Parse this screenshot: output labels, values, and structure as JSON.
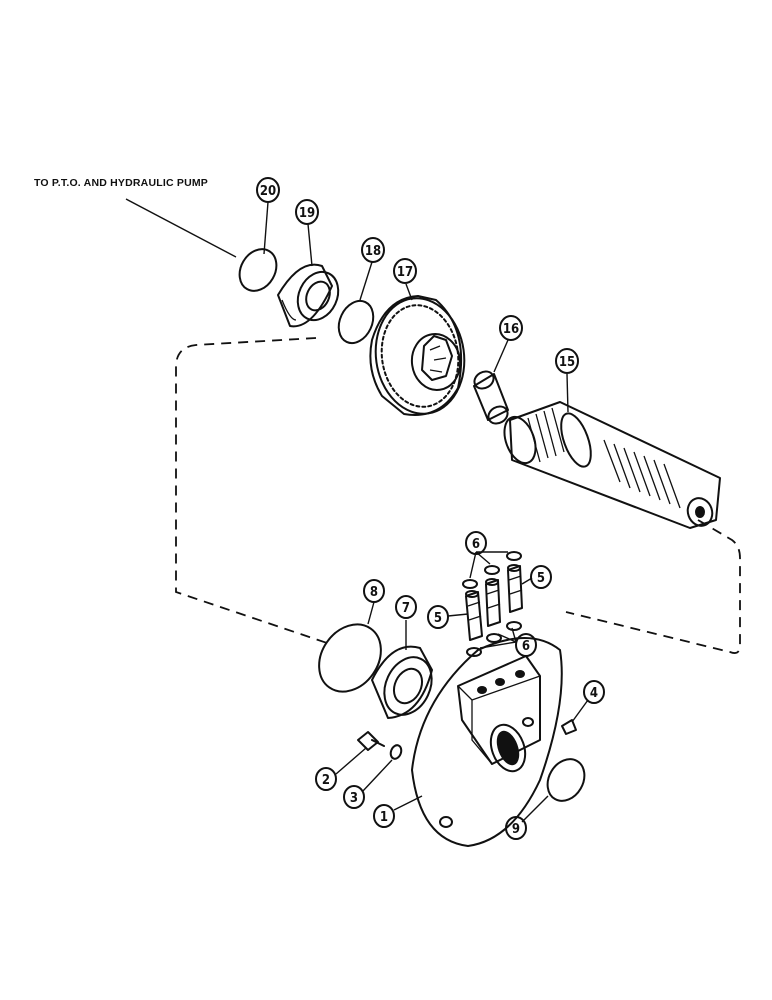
{
  "header_note": "TO P.T.O. AND HYDRAULIC PUMP",
  "callouts": {
    "c1": "1",
    "c2": "2",
    "c3": "3",
    "c4": "4",
    "c5a": "5",
    "c5b": "5",
    "c6a": "6",
    "c6b": "6",
    "c7": "7",
    "c8": "8",
    "c9": "9",
    "c15": "15",
    "c16": "16",
    "c17": "17",
    "c18": "18",
    "c19": "19",
    "c20": "20"
  }
}
